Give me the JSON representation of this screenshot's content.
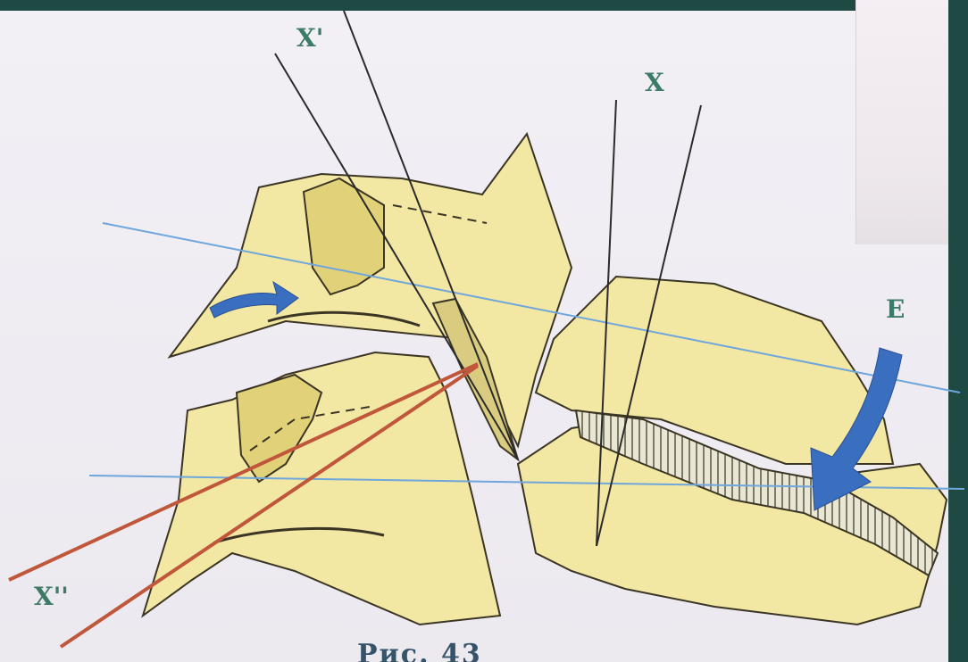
{
  "labels": {
    "x_prime": "X'",
    "x": "X",
    "x_double_prime": "X''",
    "e": "E"
  },
  "caption": "Рис. 43",
  "colors": {
    "bone": "#f3e7a4",
    "bone_shade": "#e1d27a",
    "outline": "#3b3524",
    "reference_line": "#6fa6dc",
    "axis_line": "#2b2b2b",
    "red_line": "#c0563a",
    "arrow": "#3a6fc0",
    "label": "#3d7a68"
  },
  "icons": [
    "curved-arrow-icon",
    "large-curved-arrow-icon"
  ]
}
